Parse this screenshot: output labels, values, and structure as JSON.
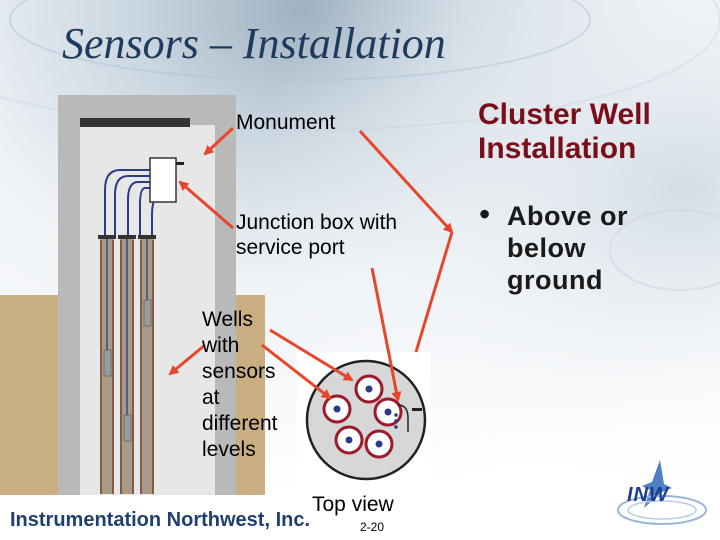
{
  "slide": {
    "title": "Sensors – Installation",
    "page_number": "2-20"
  },
  "diagram": {
    "monument_label": "Monument",
    "junction_label": "Junction box with service port",
    "wells_label": [
      "Wells",
      "with",
      "sensors",
      "at",
      "different",
      "levels"
    ],
    "top_view_label": "Top view"
  },
  "sidebar": {
    "heading": [
      "Cluster Well",
      "Installation"
    ],
    "bullet": [
      "Above or",
      "below",
      "ground"
    ]
  },
  "footer": {
    "company": "Instrumentation Northwest, Inc.",
    "logo_text": "INW"
  },
  "colors": {
    "title": "#1f3a5f",
    "heading": "#7a0e1a",
    "arrow": "#e8462a",
    "soil": "#c9ae82",
    "company": "#1f3f6f"
  }
}
